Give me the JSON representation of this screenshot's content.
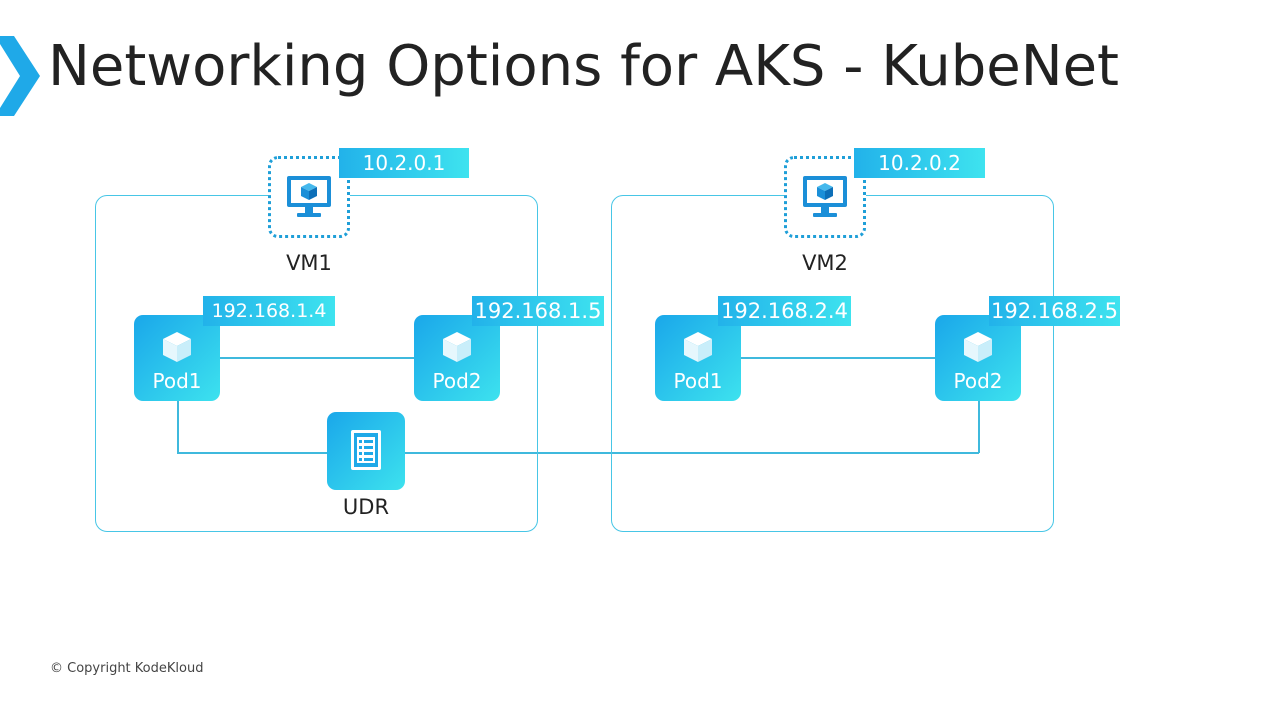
{
  "title": "Networking Options for AKS - KubeNet",
  "copyright": "© Copyright KodeKloud",
  "colors": {
    "accent": "#1fa9e8",
    "line": "#3fb9dd",
    "badge_start": "#22b2ea",
    "badge_end": "#3ee3ef"
  },
  "nodes": [
    {
      "label": "VM1",
      "ip": "10.2.0.1",
      "icon": "virtual-machine-icon",
      "pods": [
        {
          "label": "Pod1",
          "ip": "192.168.1.4",
          "icon": "cube-icon"
        },
        {
          "label": "Pod2",
          "ip": "192.168.1.5",
          "icon": "cube-icon"
        }
      ]
    },
    {
      "label": "VM2",
      "ip": "10.2.0.2",
      "icon": "virtual-machine-icon",
      "pods": [
        {
          "label": "Pod1",
          "ip": "192.168.2.4",
          "icon": "cube-icon"
        },
        {
          "label": "Pod2",
          "ip": "192.168.2.5",
          "icon": "cube-icon"
        }
      ]
    }
  ],
  "udr": {
    "label": "UDR",
    "icon": "route-table-icon"
  }
}
